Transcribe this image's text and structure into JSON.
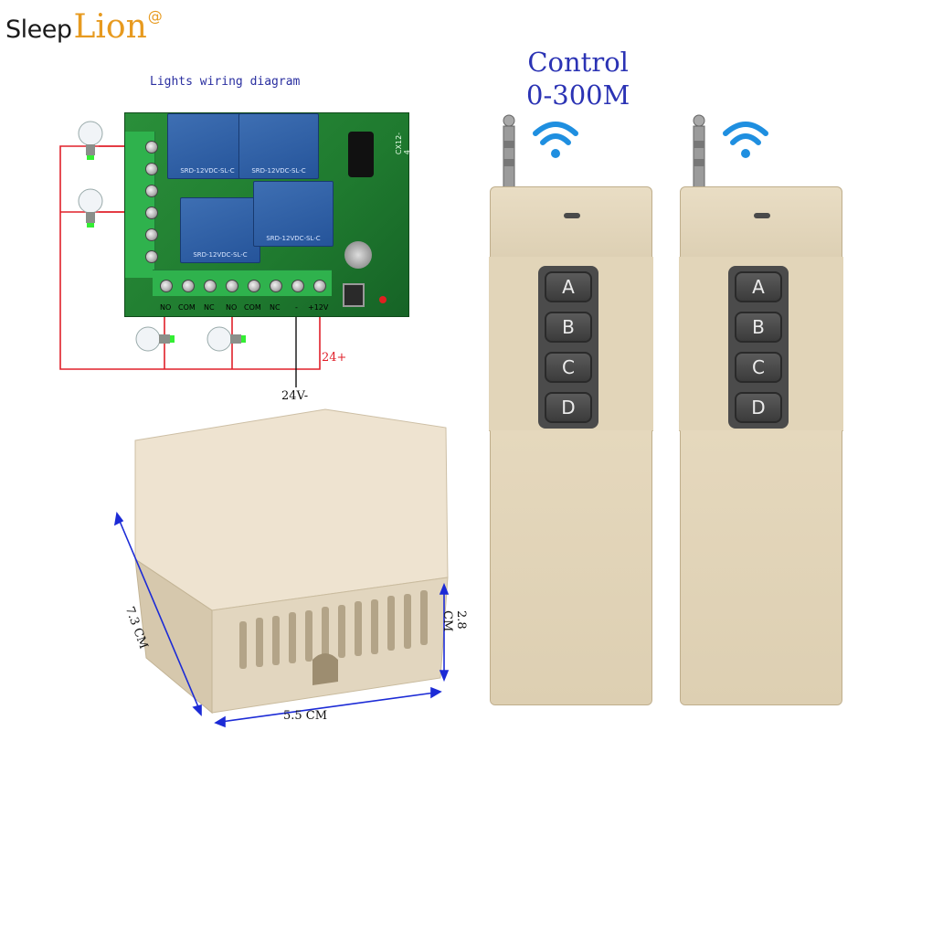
{
  "logo": {
    "brand_part1": "Sleep",
    "brand_part2": "Lion",
    "mark": "@"
  },
  "wiring": {
    "title": "Lights wiring diagram",
    "bottom_pins": [
      "NO",
      "COM",
      "NC",
      "NO",
      "COM",
      "NC",
      "-",
      "+12V"
    ],
    "positive_label": "24+",
    "negative_label": "24V-",
    "relay_label": "SRD-12VDC-SL-C",
    "board_label": "CX12-4"
  },
  "control": {
    "line1": "Control",
    "line2": "0-300M"
  },
  "receiver": {
    "dim_length": "7.3 CM",
    "dim_width": "5.5 CM",
    "dim_height": "2.8 CM"
  },
  "remotes": [
    {
      "buttons": [
        "A",
        "B",
        "C",
        "D"
      ]
    },
    {
      "buttons": [
        "A",
        "B",
        "C",
        "D"
      ]
    }
  ],
  "colors": {
    "brand_orange": "#e79a1f",
    "title_blue": "#2b33b4",
    "wire_red": "#e0202a",
    "dimension_blue": "#1c2bd6",
    "wifi_blue": "#1f8fe0"
  }
}
